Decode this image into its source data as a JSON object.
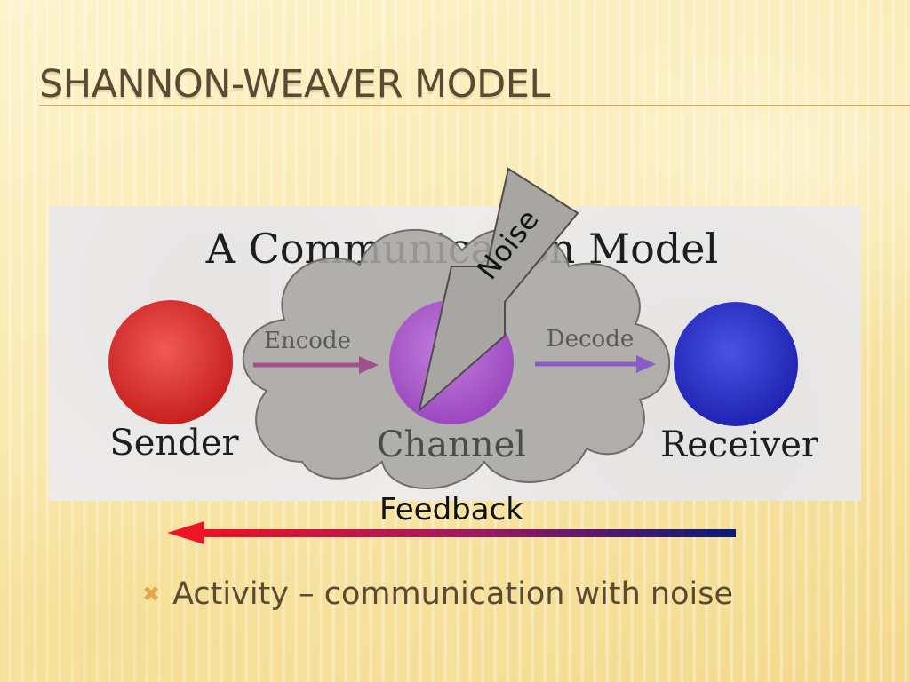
{
  "slide": {
    "title": "SHANNON-WEAVER MODEL"
  },
  "diagram": {
    "heading": "A Communication Model",
    "nodes": {
      "sender": "Sender",
      "channel": "Channel",
      "receiver": "Receiver"
    },
    "edges": {
      "encode": "Encode",
      "decode": "Decode"
    },
    "noise_label": "Noise",
    "feedback_label": "Feedback"
  },
  "bullets": [
    {
      "text": "Activity – communication with noise"
    }
  ],
  "colors": {
    "sender": "#d9302f",
    "channel": "#b04cd0",
    "receiver": "#2830c8",
    "cloud": "#a8a6a3",
    "title": "#5a4a33",
    "accent": "#e3a84e",
    "feedback_start": "#e81024",
    "feedback_end": "#061a7a"
  },
  "bullet_icon": "cross-bullet-icon"
}
